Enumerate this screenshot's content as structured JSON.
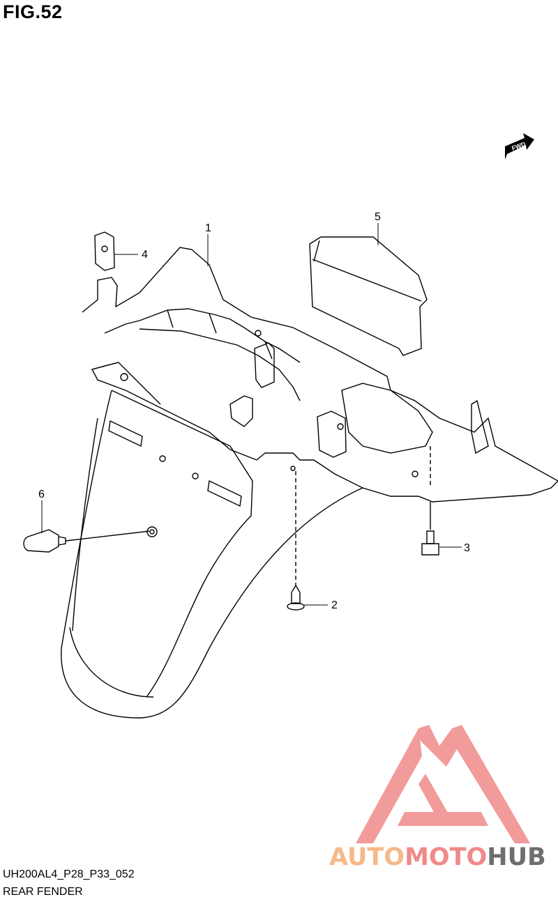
{
  "figure": {
    "title": "FIG.52",
    "code": "UH200AL4_P28_P33_052",
    "name": "REAR FENDER",
    "fwd_label": "FWD"
  },
  "callouts": [
    {
      "id": "1",
      "label": "1"
    },
    {
      "id": "2",
      "label": "2"
    },
    {
      "id": "3",
      "label": "3"
    },
    {
      "id": "4",
      "label": "4"
    },
    {
      "id": "5",
      "label": "5"
    },
    {
      "id": "6",
      "label": "6"
    }
  ],
  "watermark": {
    "part1": "AUTO",
    "part2": "MOTO",
    "part3": "HUB",
    "colors": {
      "logo": "#f08a8a",
      "auto": "#f6b98a",
      "hub": "#6e6e6e"
    }
  }
}
